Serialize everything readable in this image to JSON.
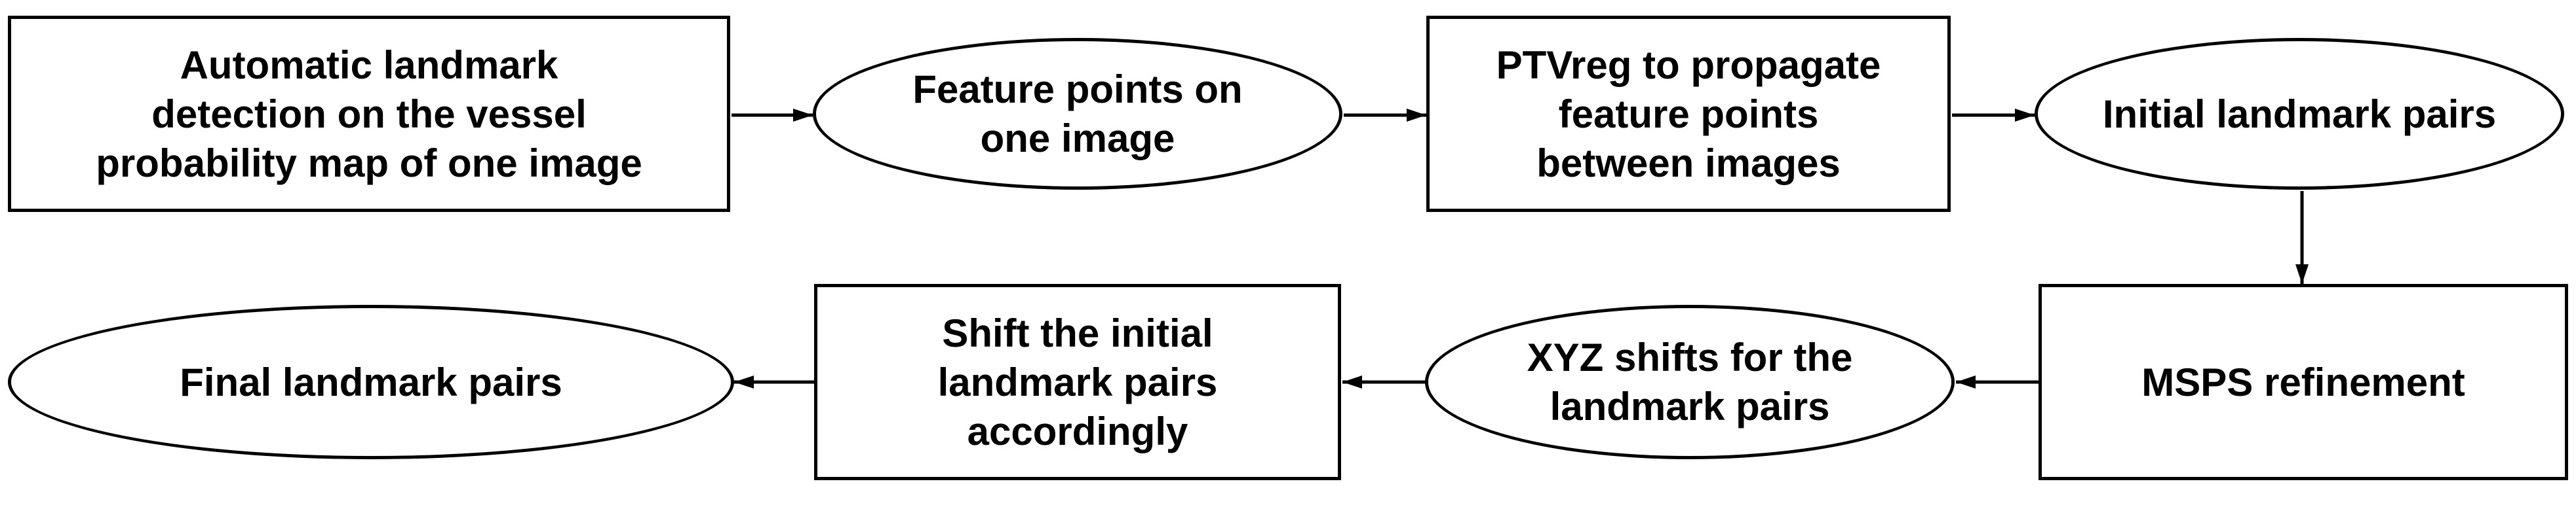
{
  "nodes": [
    {
      "id": "n1",
      "shape": "box",
      "label": "Automatic landmark\ndetection on the vessel\nprobability map of one image"
    },
    {
      "id": "n2",
      "shape": "ellipse",
      "label": "Feature points on\none image"
    },
    {
      "id": "n3",
      "shape": "box",
      "label": "PTVreg to propagate\nfeature points\nbetween images"
    },
    {
      "id": "n4",
      "shape": "ellipse",
      "label": "Initial landmark pairs"
    },
    {
      "id": "n5",
      "shape": "box",
      "label": "MSPS refinement"
    },
    {
      "id": "n6",
      "shape": "ellipse",
      "label": "XYZ shifts for the\nlandmark pairs"
    },
    {
      "id": "n7",
      "shape": "box",
      "label": "Shift the initial\nlandmark pairs\naccordingly"
    },
    {
      "id": "n8",
      "shape": "ellipse",
      "label": "Final landmark pairs"
    }
  ],
  "edges": [
    {
      "from": "n1",
      "to": "n2"
    },
    {
      "from": "n2",
      "to": "n3"
    },
    {
      "from": "n3",
      "to": "n4"
    },
    {
      "from": "n4",
      "to": "n5"
    },
    {
      "from": "n5",
      "to": "n6"
    },
    {
      "from": "n6",
      "to": "n7"
    },
    {
      "from": "n7",
      "to": "n8"
    }
  ],
  "colors": {
    "stroke": "#000000",
    "fill": "#ffffff",
    "text": "#000000"
  }
}
